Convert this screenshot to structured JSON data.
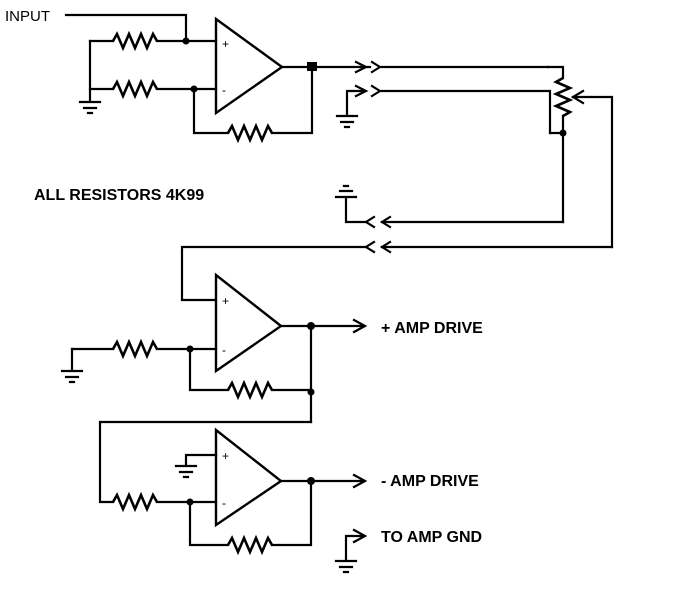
{
  "labels": {
    "input": "INPUT",
    "note": "ALL RESISTORS 4K99",
    "plus_drive": "+ AMP DRIVE",
    "minus_drive": "- AMP DRIVE",
    "amp_gnd": "TO AMP GND"
  },
  "pins": {
    "noninverting": "+",
    "inverting": "-"
  }
}
